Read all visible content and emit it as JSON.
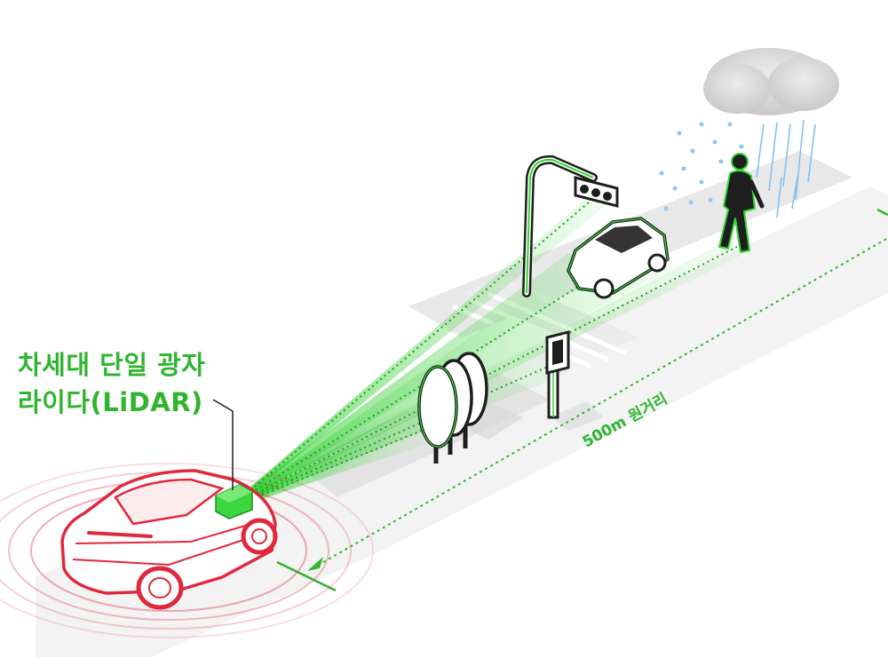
{
  "heading": {
    "line1": "차세대 단일 광자",
    "line2": "라이다(LiDAR)"
  },
  "distance_label": "500m 원거리",
  "colors": {
    "lidar_green": "#35d435",
    "label_green": "#2fb52f",
    "car_red": "#e0283c",
    "outline_dark": "#1e1e1e",
    "road_gray": "#e9e9e9",
    "rain_blue": "#5fb4e8"
  },
  "icons": {
    "sensor": "lidar-sensor-icon",
    "car": "ego-car-icon",
    "target_car": "target-car-icon",
    "pedestrian": "pedestrian-icon",
    "traffic_light": "traffic-light-icon",
    "sign": "road-sign-icon",
    "trees": "tree-icon",
    "weather": "rain-cloud-icon"
  }
}
